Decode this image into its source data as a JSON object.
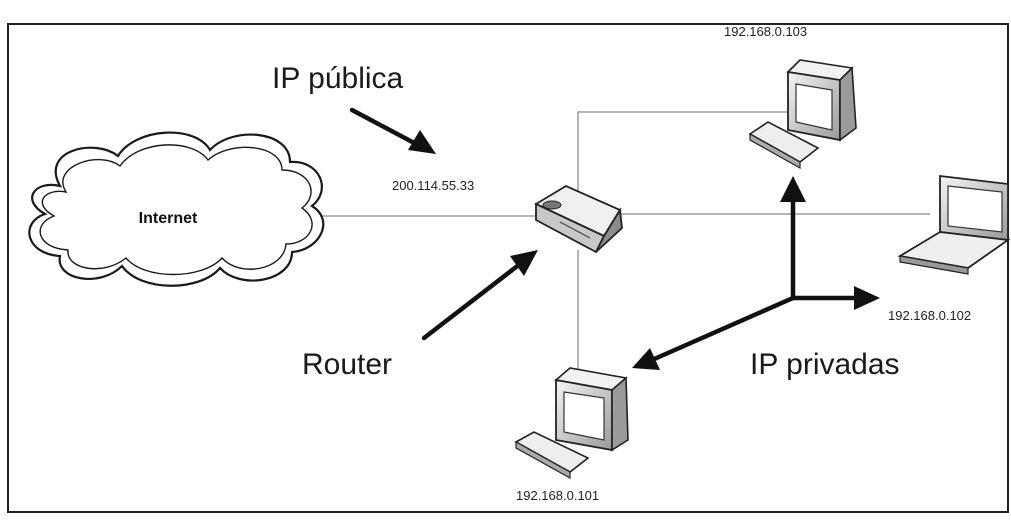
{
  "labels": {
    "ip_publica": "IP pública",
    "public_ip_address": "200.114.55.33",
    "internet": "Internet",
    "router": "Router",
    "ip_privadas": "IP privadas",
    "ip_103": "192.168.0.103",
    "ip_102": "192.168.0.102",
    "ip_101": "192.168.0.101"
  },
  "colors": {
    "line": "#8a8a8a",
    "arrow": "#111111",
    "frame": "#222222"
  }
}
